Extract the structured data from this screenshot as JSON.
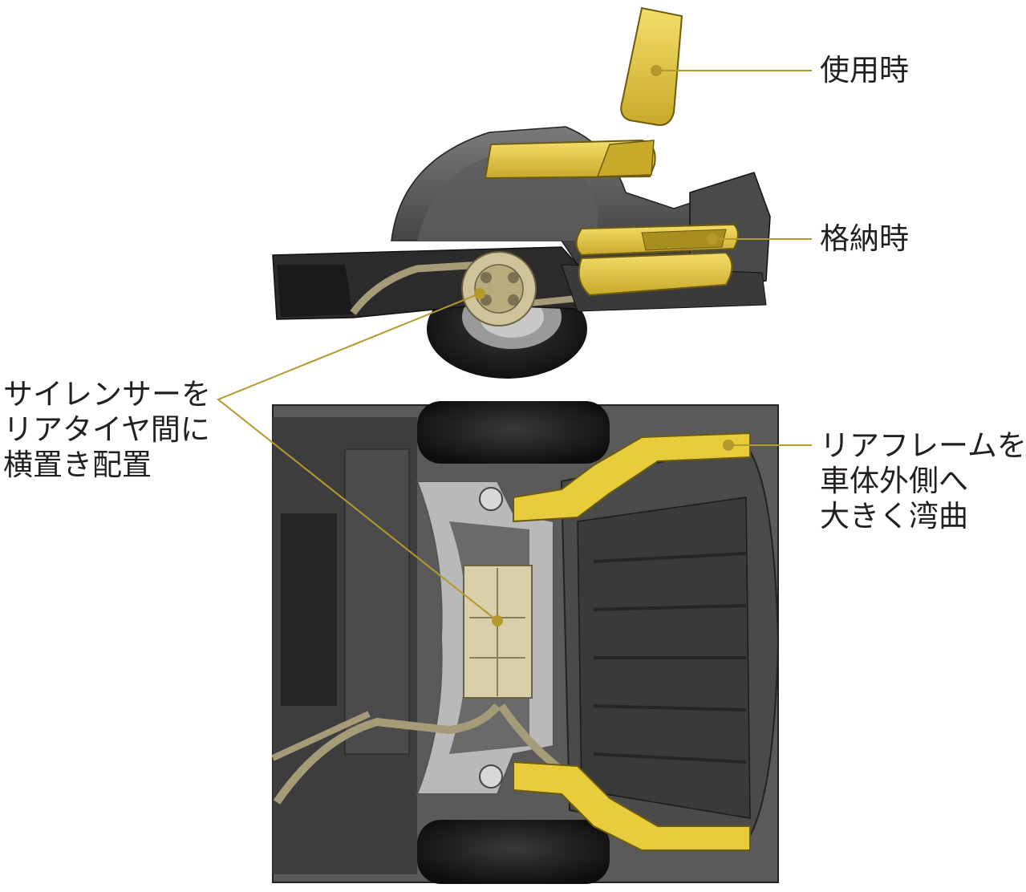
{
  "accent_color": "#b29a2c",
  "part_highlight_color": "#e8cc3c",
  "muffler_color": "#d9cfa8",
  "labels": {
    "seat_in_use": "使用時",
    "seat_stowed": "格納時",
    "silencer": [
      "サイレンサーを",
      "リアタイヤ間に",
      "横置き配置"
    ],
    "rear_frame": [
      "リアフレームを",
      "車体外側へ",
      "大きく湾曲"
    ]
  },
  "icons": {
    "seat": "seat-icon",
    "tire": "tire-icon",
    "silencer": "silencer-icon",
    "callout_dot": "callout-dot-icon"
  }
}
